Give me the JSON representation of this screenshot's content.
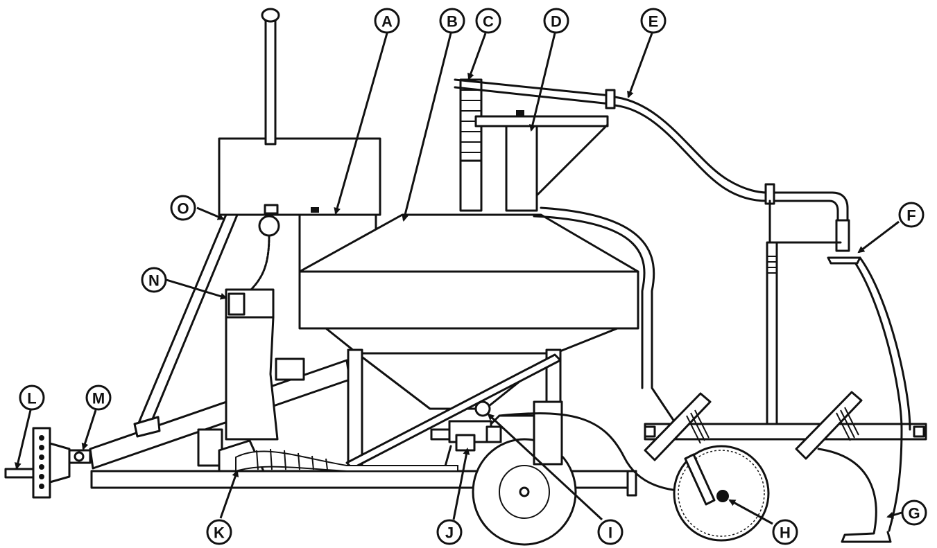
{
  "callouts": {
    "A": "A",
    "B": "B",
    "C": "C",
    "D": "D",
    "E": "E",
    "F": "F",
    "G": "G",
    "H": "H",
    "I": "I",
    "J": "J",
    "K": "K",
    "L": "L",
    "M": "M",
    "N": "N",
    "O": "O"
  }
}
